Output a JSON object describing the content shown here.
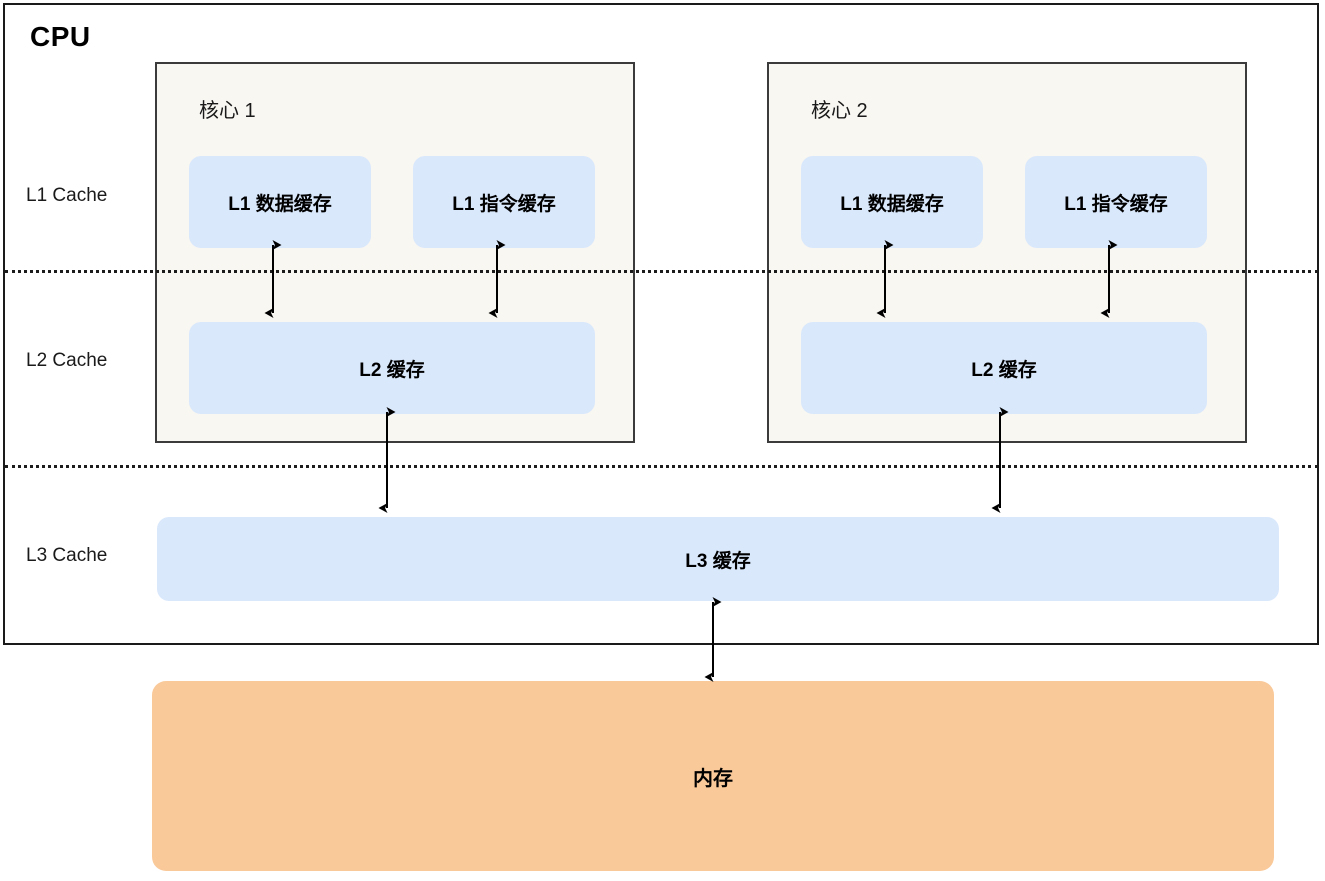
{
  "diagram": {
    "title": "CPU",
    "type": "block-diagram",
    "description": "CPU cache hierarchy diagram with two cores, L1/L2/L3 caches and main memory",
    "colors": {
      "cache_block": "#dae8fc",
      "core_background": "#f9f7f1",
      "memory_block": "#fac99a",
      "border": "#1a1a1a",
      "core_border": "#3b3b3b",
      "dotted_line": "#1c1c1c",
      "canvas": "#ffffff"
    }
  },
  "level_labels": {
    "l1": "L1 Cache",
    "l2": "L2 Cache",
    "l3": "L3 Cache"
  },
  "cores": [
    {
      "title": "核心 1",
      "l1_data": "L1 数据缓存",
      "l1_instruction": "L1 指令缓存",
      "l2": "L2 缓存"
    },
    {
      "title": "核心 2",
      "l1_data": "L1 数据缓存",
      "l1_instruction": "L1 指令缓存",
      "l2": "L2 缓存"
    }
  ],
  "shared": {
    "l3": "L3 缓存",
    "memory": "内存"
  },
  "connections": [
    {
      "from": "核心 1 / L1 数据缓存",
      "to": "核心 1 / L2 缓存",
      "style": "bidirectional"
    },
    {
      "from": "核心 1 / L1 指令缓存",
      "to": "核心 1 / L2 缓存",
      "style": "bidirectional"
    },
    {
      "from": "核心 2 / L1 数据缓存",
      "to": "核心 2 / L2 缓存",
      "style": "bidirectional"
    },
    {
      "from": "核心 2 / L1 指令缓存",
      "to": "核心 2 / L2 缓存",
      "style": "bidirectional"
    },
    {
      "from": "核心 1 / L2 缓存",
      "to": "L3 缓存",
      "style": "bidirectional"
    },
    {
      "from": "核心 2 / L2 缓存",
      "to": "L3 缓存",
      "style": "bidirectional"
    },
    {
      "from": "L3 缓存",
      "to": "内存",
      "style": "bidirectional"
    }
  ]
}
